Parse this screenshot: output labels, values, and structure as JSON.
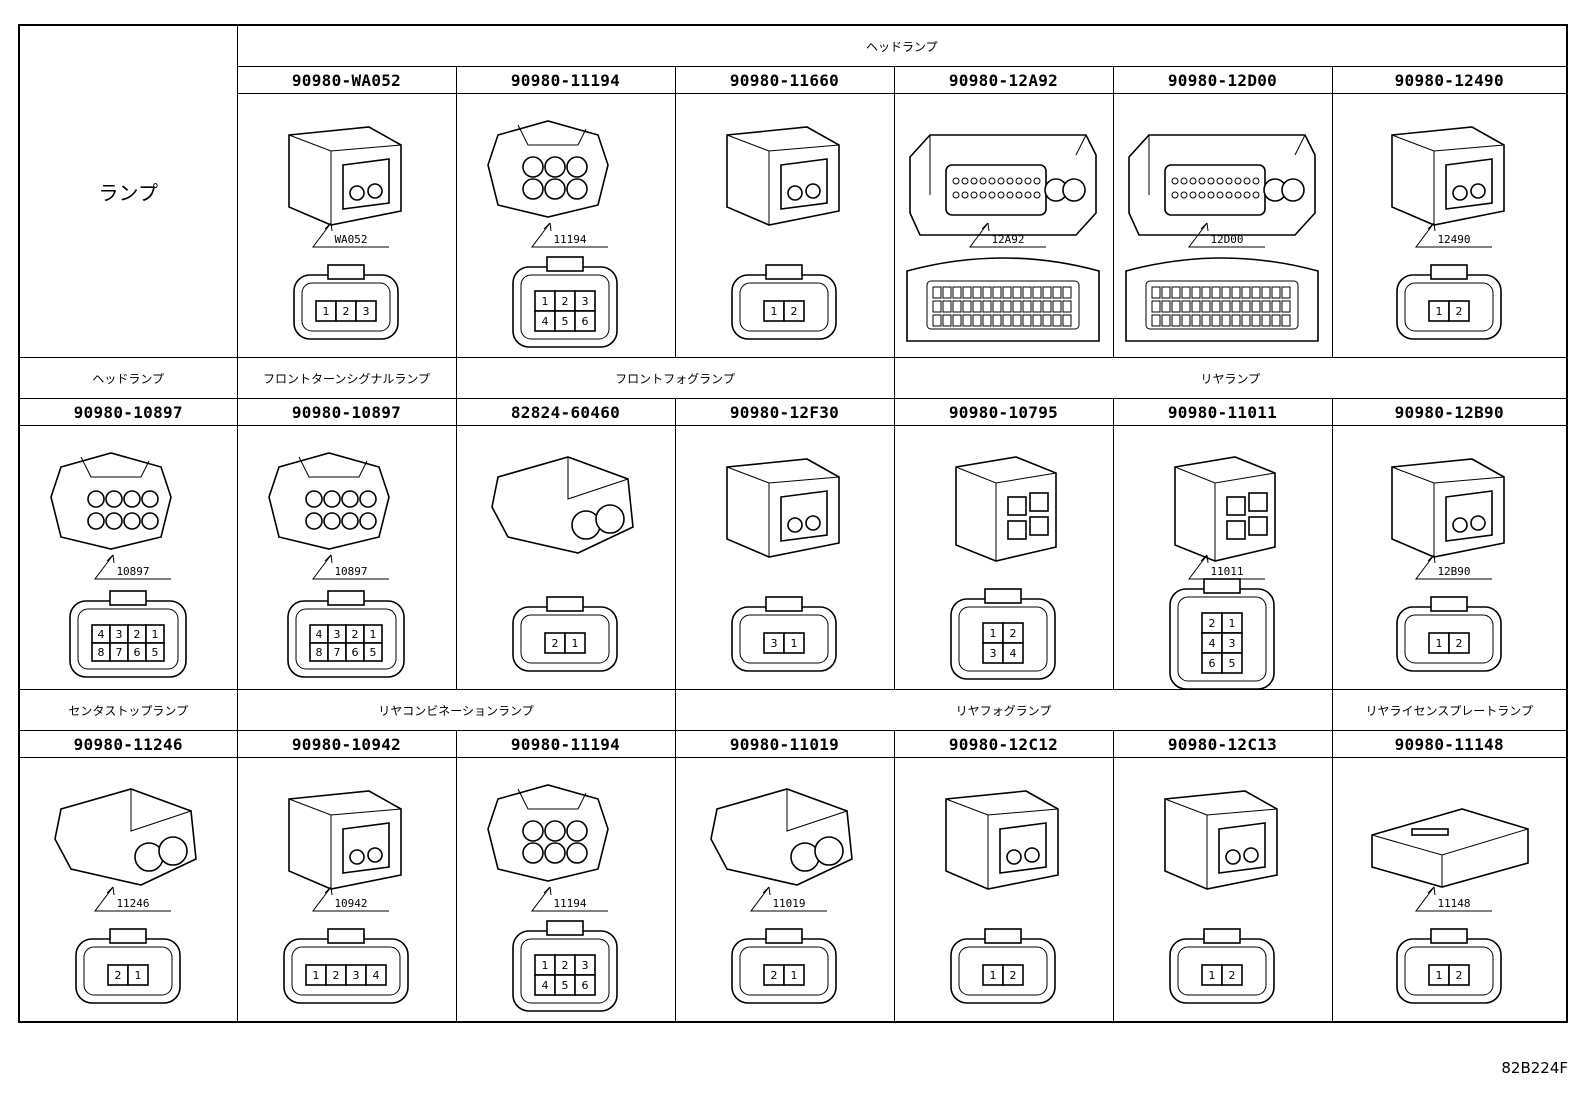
{
  "sheet": {
    "category_label": "ランプ",
    "diagram_code": "82B224F"
  },
  "rows": [
    {
      "groups": [
        {
          "label": "ヘッドランプ",
          "span": 6
        }
      ],
      "parts": [
        {
          "number": "90980-WA052",
          "callout": "WA052",
          "pins": [
            "1",
            "2",
            "3"
          ],
          "shape": "small"
        },
        {
          "number": "90980-11194",
          "callout": "11194",
          "pins": [
            "1",
            "2",
            "3",
            "4",
            "5",
            "6"
          ],
          "shape": "six"
        },
        {
          "number": "90980-11660",
          "callout": "",
          "pins": [
            "1",
            "2"
          ],
          "shape": "oval"
        },
        {
          "number": "90980-12A92",
          "callout": "12A92",
          "pins": [],
          "shape": "large"
        },
        {
          "number": "90980-12D00",
          "callout": "12D00",
          "pins": [],
          "shape": "large"
        },
        {
          "number": "90980-12490",
          "callout": "12490",
          "pins": [
            "1",
            "2"
          ],
          "shape": "square"
        }
      ]
    },
    {
      "groups": [
        {
          "label": "ヘッドランプ",
          "span": 1
        },
        {
          "label": "フロントターンシグナルランプ",
          "span": 1
        },
        {
          "label": "フロントフォグランプ",
          "span": 2
        },
        {
          "label": "リヤランプ",
          "span": 3
        }
      ],
      "parts": [
        {
          "number": "90980-10897",
          "callout": "10897",
          "pins": [
            "4",
            "3",
            "2",
            "1",
            "8",
            "7",
            "6",
            "5"
          ],
          "shape": "round8"
        },
        {
          "number": "90980-10897",
          "callout": "10897",
          "pins": [
            "4",
            "3",
            "2",
            "1",
            "8",
            "7",
            "6",
            "5"
          ],
          "shape": "round8"
        },
        {
          "number": "82824-60460",
          "callout": "",
          "pins": [
            "2",
            "1"
          ],
          "shape": "bigtwo"
        },
        {
          "number": "90980-12F30",
          "callout": "",
          "pins": [
            "3",
            "1"
          ],
          "shape": "small2"
        },
        {
          "number": "90980-10795",
          "callout": "",
          "pins": [
            "1",
            "2",
            "3",
            "4"
          ],
          "shape": "quad"
        },
        {
          "number": "90980-11011",
          "callout": "11011",
          "pins": [
            "2",
            "1",
            "4",
            "3",
            "6",
            "5"
          ],
          "shape": "tall6"
        },
        {
          "number": "90980-12B90",
          "callout": "12B90",
          "pins": [
            "1",
            "2"
          ],
          "shape": "round2"
        }
      ]
    },
    {
      "groups": [
        {
          "label": "センタストップランプ",
          "span": 1
        },
        {
          "label": "リヤコンビネーションランプ",
          "span": 2
        },
        {
          "label": "リヤフォグランプ",
          "span": 3
        },
        {
          "label": "リヤライセンスプレートランプ",
          "span": 1
        }
      ],
      "parts": [
        {
          "number": "90980-11246",
          "callout": "11246",
          "pins": [
            "2",
            "1"
          ],
          "shape": "side2"
        },
        {
          "number": "90980-10942",
          "callout": "10942",
          "pins": [
            "1",
            "2",
            "3",
            "4"
          ],
          "shape": "quadsmall"
        },
        {
          "number": "90980-11194",
          "callout": "11194",
          "pins": [
            "1",
            "2",
            "3",
            "4",
            "5",
            "6"
          ],
          "shape": "six"
        },
        {
          "number": "90980-11019",
          "callout": "11019",
          "pins": [
            "2",
            "1"
          ],
          "shape": "round2small"
        },
        {
          "number": "90980-12C12",
          "callout": "",
          "pins": [
            "1",
            "2"
          ],
          "shape": "square"
        },
        {
          "number": "90980-12C13",
          "callout": "",
          "pins": [
            "1",
            "2"
          ],
          "shape": "square"
        },
        {
          "number": "90980-11148",
          "callout": "11148",
          "pins": [
            "1",
            "2"
          ],
          "shape": "flat2"
        }
      ]
    }
  ]
}
